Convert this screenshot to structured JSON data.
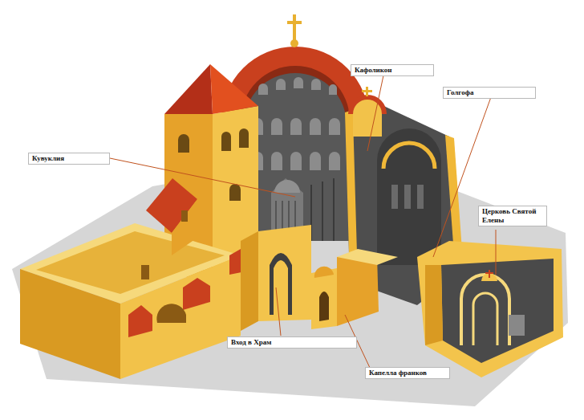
{
  "diagram": {
    "labels": [
      "Кафоликон",
      "Голгофа",
      "Кувуклия",
      "Церковь Святой Елены",
      "Вход в Храм",
      "Капелла франков"
    ]
  }
}
